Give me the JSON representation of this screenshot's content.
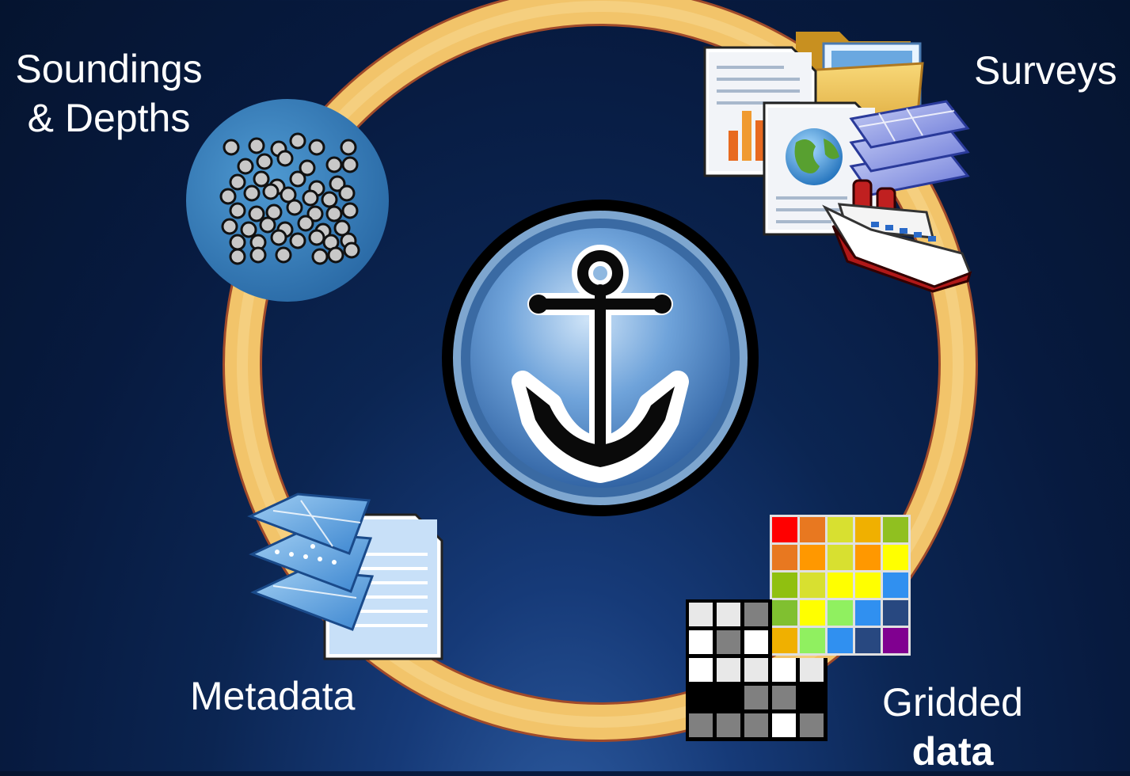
{
  "labels": {
    "soundings_line1": "Soundings",
    "soundings_line2": "& Depths",
    "surveys": "Surveys",
    "metadata": "Metadata",
    "gridded_line1": "Gridded",
    "gridded_line2": "data"
  },
  "colors": {
    "ring": "#f2c46a",
    "ring_edge": "#b0552b",
    "center_disc": "#3b78bd",
    "background": "#071a3f"
  },
  "icons": {
    "center": "anchor-icon",
    "soundings": "soundings-dots-icon",
    "surveys": "survey-documents-ship-icon",
    "metadata": "metadata-layers-document-icon",
    "gridded": "raster-grid-icon"
  },
  "grid_colors": [
    [
      "#ff0000",
      "#e87820",
      "#d8e030",
      "#f0b000",
      "#90c020"
    ],
    [
      "#e87820",
      "#ff9800",
      "#d8e030",
      "#ff9800",
      "#ffff00"
    ],
    [
      "#90c010",
      "#d8e030",
      "#ffff00",
      "#ffff00",
      "#3090f0"
    ],
    [
      "#80c030",
      "#ffff00",
      "#90f060",
      "#3090f0",
      "#284880"
    ],
    [
      "#f0b000",
      "#90f060",
      "#3090f0",
      "#284880",
      "#800090"
    ]
  ],
  "gray_grid": [
    [
      "#e8e8e8",
      "#e8e8e8",
      "#808080"
    ],
    [
      "#ffffff",
      "#808080",
      "#ffffff"
    ],
    [
      "#ffffff",
      "#e8e8e8",
      "#e8e8e8",
      "#ffffff",
      "#e8e8e8"
    ],
    [
      "#000000",
      "#000000",
      "#808080",
      "#808080",
      "#000000"
    ],
    [
      "#808080",
      "#808080",
      "#808080",
      "#ffffff",
      "#808080"
    ]
  ]
}
